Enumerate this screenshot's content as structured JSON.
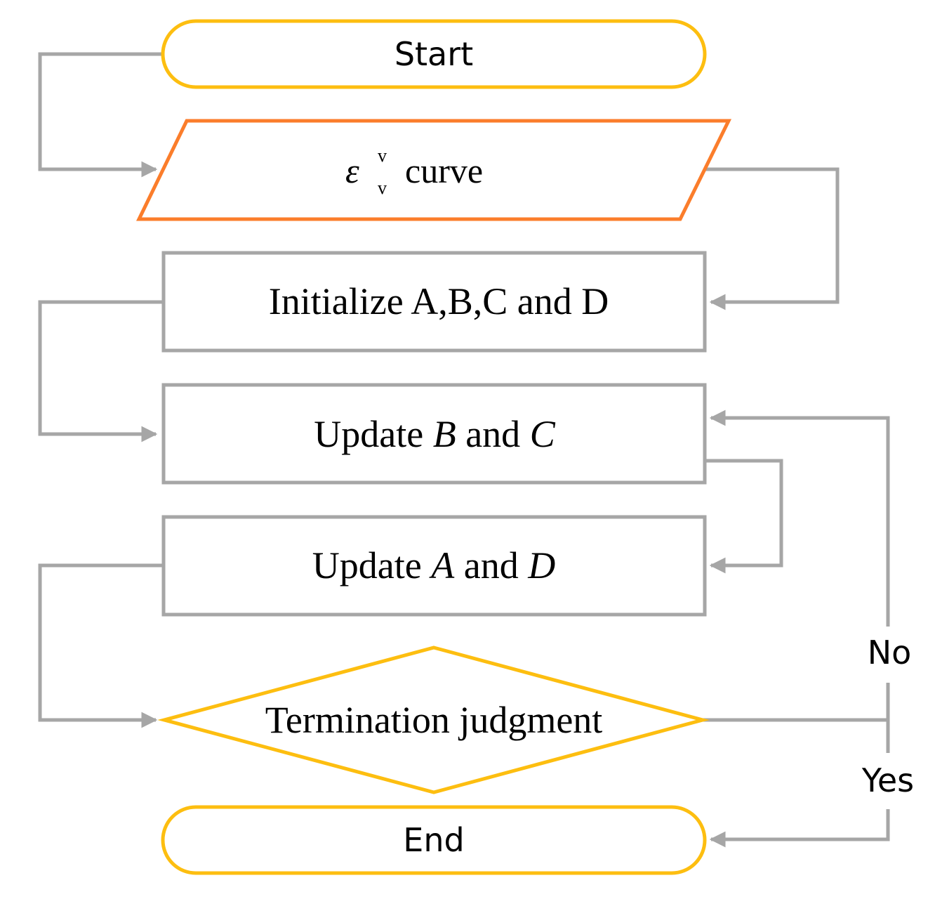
{
  "nodes": {
    "start": {
      "label": "Start"
    },
    "input": {
      "symbol": "ε",
      "sup": "v",
      "sub": "v",
      "label": "curve"
    },
    "init": {
      "label": "Initialize A,B,C and D"
    },
    "update_bc": {
      "prefix": "Update ",
      "var1": "B",
      "mid": " and ",
      "var2": "C"
    },
    "update_ad": {
      "prefix": "Update ",
      "var1": "A",
      "mid": " and ",
      "var2": "D"
    },
    "decision": {
      "label": "Termination judgment"
    },
    "end": {
      "label": "End"
    }
  },
  "edges": {
    "no_label": "No",
    "yes_label": "Yes"
  },
  "colors": {
    "terminal": "#FDBE10",
    "input": "#FB7D2B",
    "process": "#A6A6A6",
    "decision": "#FDBE10",
    "arrow": "#A6A6A6",
    "text": "#000000"
  }
}
